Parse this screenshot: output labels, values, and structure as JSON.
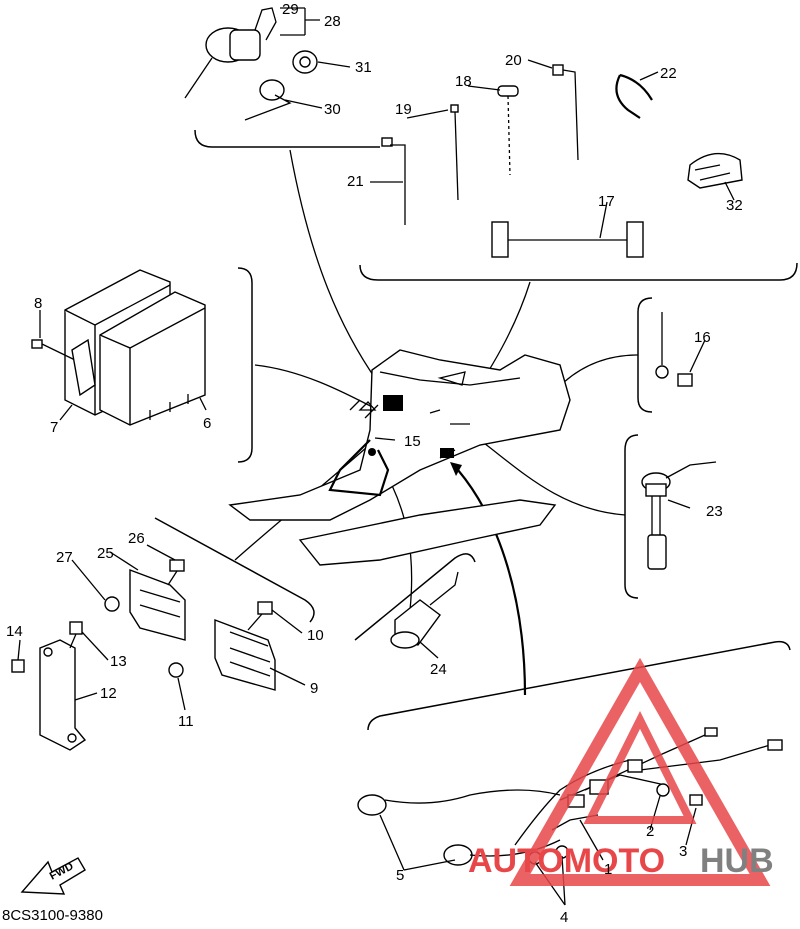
{
  "diagram": {
    "code": "8CS3100-9380",
    "fwd_label": "FWD",
    "labels": [
      "1",
      "2",
      "3",
      "4",
      "5",
      "6",
      "7",
      "8",
      "9",
      "10",
      "11",
      "12",
      "13",
      "14",
      "15",
      "16",
      "17",
      "18",
      "19",
      "20",
      "21",
      "22",
      "23",
      "24",
      "25",
      "26",
      "27",
      "28",
      "29",
      "30",
      "31",
      "32"
    ]
  },
  "watermark": {
    "text_a": "AUTOMOTO",
    "text_b": "HUB",
    "color_red": "#e8474a",
    "color_gray": "#808080"
  }
}
